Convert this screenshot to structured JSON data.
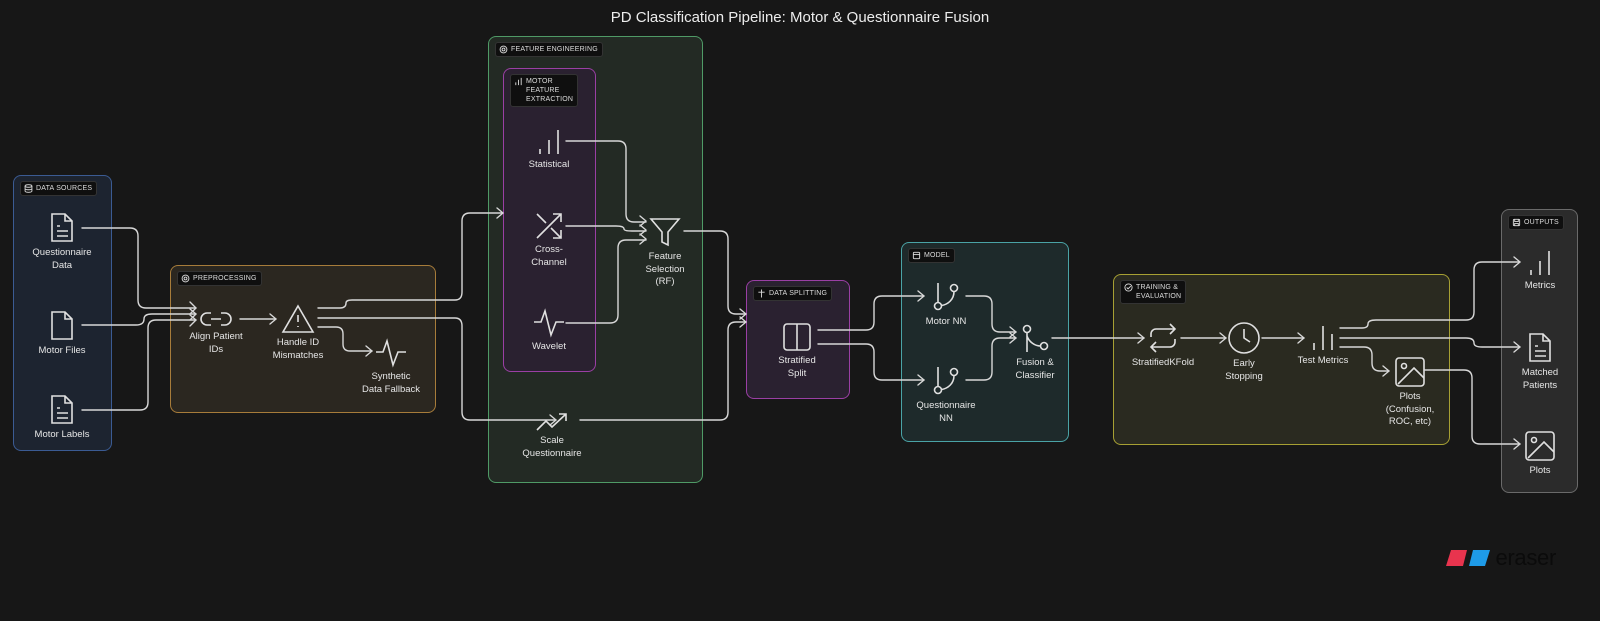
{
  "title": "PD Classification Pipeline: Motor & Questionnaire Fusion",
  "groups": {
    "data_sources": {
      "label": "Data Sources",
      "icon": "database-icon",
      "color": "#3b5b93"
    },
    "preprocessing": {
      "label": "Preprocessing",
      "icon": "gear-icon",
      "color": "#a77c3a"
    },
    "feature_engineering": {
      "label": "Feature Engineering",
      "icon": "gear-icon",
      "color": "#4f9a66"
    },
    "motor_feature_extraction": {
      "label": "Motor\nFeature\nExtraction",
      "icon": "bar-chart-icon",
      "color": "#9a3fa4"
    },
    "data_splitting": {
      "label": "Data Splitting",
      "icon": "split-icon",
      "color": "#9a3fa4"
    },
    "model": {
      "label": "Model",
      "icon": "package-icon",
      "color": "#4aa3a6"
    },
    "training_evaluation": {
      "label": "Training &\nEvaluation",
      "icon": "check-circle-icon",
      "color": "#a7a033"
    },
    "outputs": {
      "label": "Outputs",
      "icon": "save-icon",
      "color": "#6a6a6a"
    }
  },
  "nodes": {
    "questionnaire_data": {
      "label": "Questionnaire\nData",
      "icon": "file-text-icon"
    },
    "motor_files": {
      "label": "Motor Files",
      "icon": "file-icon"
    },
    "motor_labels": {
      "label": "Motor Labels",
      "icon": "file-text-icon"
    },
    "align_patient_ids": {
      "label": "Align Patient\nIDs",
      "icon": "link-icon"
    },
    "handle_id_mismatches": {
      "label": "Handle ID\nMismatches",
      "icon": "alert-triangle-icon"
    },
    "synthetic_data_fallback": {
      "label": "Synthetic\nData Fallback",
      "icon": "activity-icon"
    },
    "statistical": {
      "label": "Statistical",
      "icon": "bar-chart-icon"
    },
    "cross_channel": {
      "label": "Cross-\nChannel",
      "icon": "shuffle-icon"
    },
    "wavelet": {
      "label": "Wavelet",
      "icon": "activity-icon"
    },
    "feature_selection": {
      "label": "Feature\nSelection\n(RF)",
      "icon": "filter-icon"
    },
    "scale_questionnaire": {
      "label": "Scale\nQuestionnaire",
      "icon": "trending-up-icon"
    },
    "stratified_split": {
      "label": "Stratified\nSplit",
      "icon": "columns-icon"
    },
    "motor_nn": {
      "label": "Motor NN",
      "icon": "git-branch-icon"
    },
    "questionnaire_nn": {
      "label": "Questionnaire\nNN",
      "icon": "git-branch-icon"
    },
    "fusion_classifier": {
      "label": "Fusion &\nClassifier",
      "icon": "git-merge-icon"
    },
    "stratified_kfold": {
      "label": "StratifiedKFold",
      "icon": "repeat-icon"
    },
    "early_stopping": {
      "label": "Early\nStopping",
      "icon": "clock-icon"
    },
    "test_metrics": {
      "label": "Test Metrics",
      "icon": "bar-chart-icon"
    },
    "plots_eval": {
      "label": "Plots\n(Confusion,\nROC, etc)",
      "icon": "image-icon"
    },
    "metrics_out": {
      "label": "Metrics",
      "icon": "bar-chart-icon"
    },
    "matched_patients": {
      "label": "Matched\nPatients",
      "icon": "file-text-icon"
    },
    "plots_out": {
      "label": "Plots",
      "icon": "image-icon"
    }
  },
  "edges": [
    [
      "questionnaire_data",
      "align_patient_ids"
    ],
    [
      "motor_files",
      "align_patient_ids"
    ],
    [
      "motor_labels",
      "align_patient_ids"
    ],
    [
      "align_patient_ids",
      "handle_id_mismatches"
    ],
    [
      "handle_id_mismatches",
      "motor_feature_extraction"
    ],
    [
      "handle_id_mismatches",
      "scale_questionnaire"
    ],
    [
      "handle_id_mismatches",
      "synthetic_data_fallback"
    ],
    [
      "statistical",
      "feature_selection"
    ],
    [
      "cross_channel",
      "feature_selection"
    ],
    [
      "wavelet",
      "feature_selection"
    ],
    [
      "feature_selection",
      "data_splitting"
    ],
    [
      "scale_questionnaire",
      "data_splitting"
    ],
    [
      "stratified_split",
      "motor_nn"
    ],
    [
      "stratified_split",
      "questionnaire_nn"
    ],
    [
      "motor_nn",
      "fusion_classifier"
    ],
    [
      "questionnaire_nn",
      "fusion_classifier"
    ],
    [
      "fusion_classifier",
      "stratified_kfold"
    ],
    [
      "stratified_kfold",
      "early_stopping"
    ],
    [
      "early_stopping",
      "test_metrics"
    ],
    [
      "test_metrics",
      "plots_eval"
    ],
    [
      "test_metrics",
      "metrics_out"
    ],
    [
      "test_metrics",
      "matched_patients"
    ],
    [
      "plots_eval",
      "plots_out"
    ]
  ],
  "brand": {
    "name": "eraser",
    "colors": [
      "#e8344e",
      "#1e9be8"
    ]
  }
}
